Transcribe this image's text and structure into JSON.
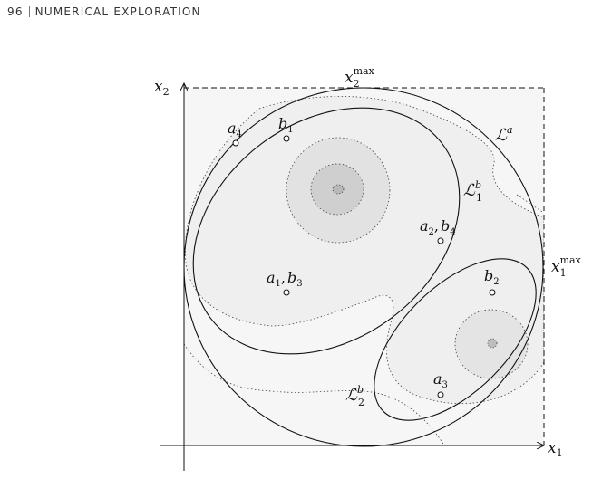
{
  "header": {
    "page_number": "96",
    "section_title": "NUMERICAL EXPLORATION"
  },
  "figure": {
    "axes": {
      "x_label": "x",
      "x_label_sub": "1",
      "y_label": "x",
      "y_label_sub": "2",
      "x_max_label": "x",
      "x_max_sub": "1",
      "x_max_sup": "max",
      "y_max_label": "x",
      "y_max_sub": "2",
      "y_max_sup": "max"
    },
    "sets": {
      "La_main": "ℒ",
      "La_sup": "a",
      "Lb1_main": "ℒ",
      "Lb1_sup": "b",
      "Lb1_sub": "1",
      "Lb2_main": "ℒ",
      "Lb2_sup": "b",
      "Lb2_sub": "2"
    },
    "points": {
      "a4_main": "a",
      "a4_sub": "4",
      "b1_main": "b",
      "b1_sub": "1",
      "a2b4_a": "a",
      "a2b4_a_sub": "2",
      "a2b4_comma": ",",
      "a2b4_b": "b",
      "a2b4_b_sub": "4",
      "a1b3_a": "a",
      "a1b3_a_sub": "1",
      "a1b3_comma": ",",
      "a1b3_b": "b",
      "a1b3_b_sub": "3",
      "b2_main": "b",
      "b2_sub": "2",
      "a3_main": "a",
      "a3_sub": "3"
    },
    "colors": {
      "background_fill": "#f6f6f6",
      "level1_fill": "#efefef",
      "level2_fill": "#e6e6e6",
      "level3_fill": "#d8d8d8",
      "level4_fill": "#c7c7c7",
      "stroke": "#111111"
    }
  }
}
